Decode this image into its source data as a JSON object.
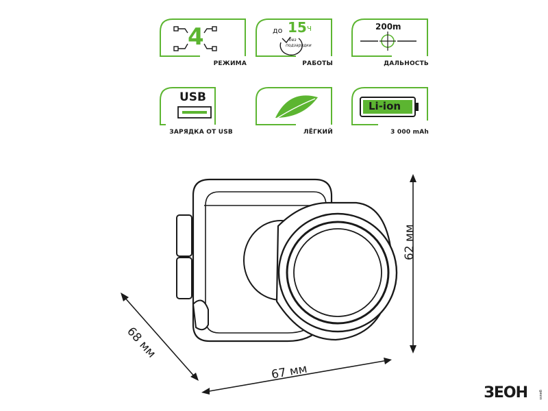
{
  "features": [
    {
      "id": "modes",
      "big": "4",
      "label": "РЕЖИМА"
    },
    {
      "id": "runtime",
      "prefix": "до",
      "value": "15",
      "unit": "ч",
      "note1": "без",
      "note2": "подзарядки",
      "label": "РАБОТЫ"
    },
    {
      "id": "range",
      "value": "200m",
      "label": "ДАЛЬНОСТЬ"
    },
    {
      "id": "usb",
      "badge": "USB",
      "label": "ЗАРЯДКА ОТ USB"
    },
    {
      "id": "light",
      "label": "ЛЁГКИЙ"
    },
    {
      "id": "battery",
      "badge": "Li-ion",
      "label": "3 000 mAh"
    }
  ],
  "dimensions": {
    "depth": "68 мм",
    "width": "67 мм",
    "height": "62 мм"
  },
  "brand": {
    "logo": "ЗЕОН",
    "sub": "gauss"
  },
  "colors": {
    "accent": "#5cb531",
    "dark": "#1a1a1a"
  }
}
